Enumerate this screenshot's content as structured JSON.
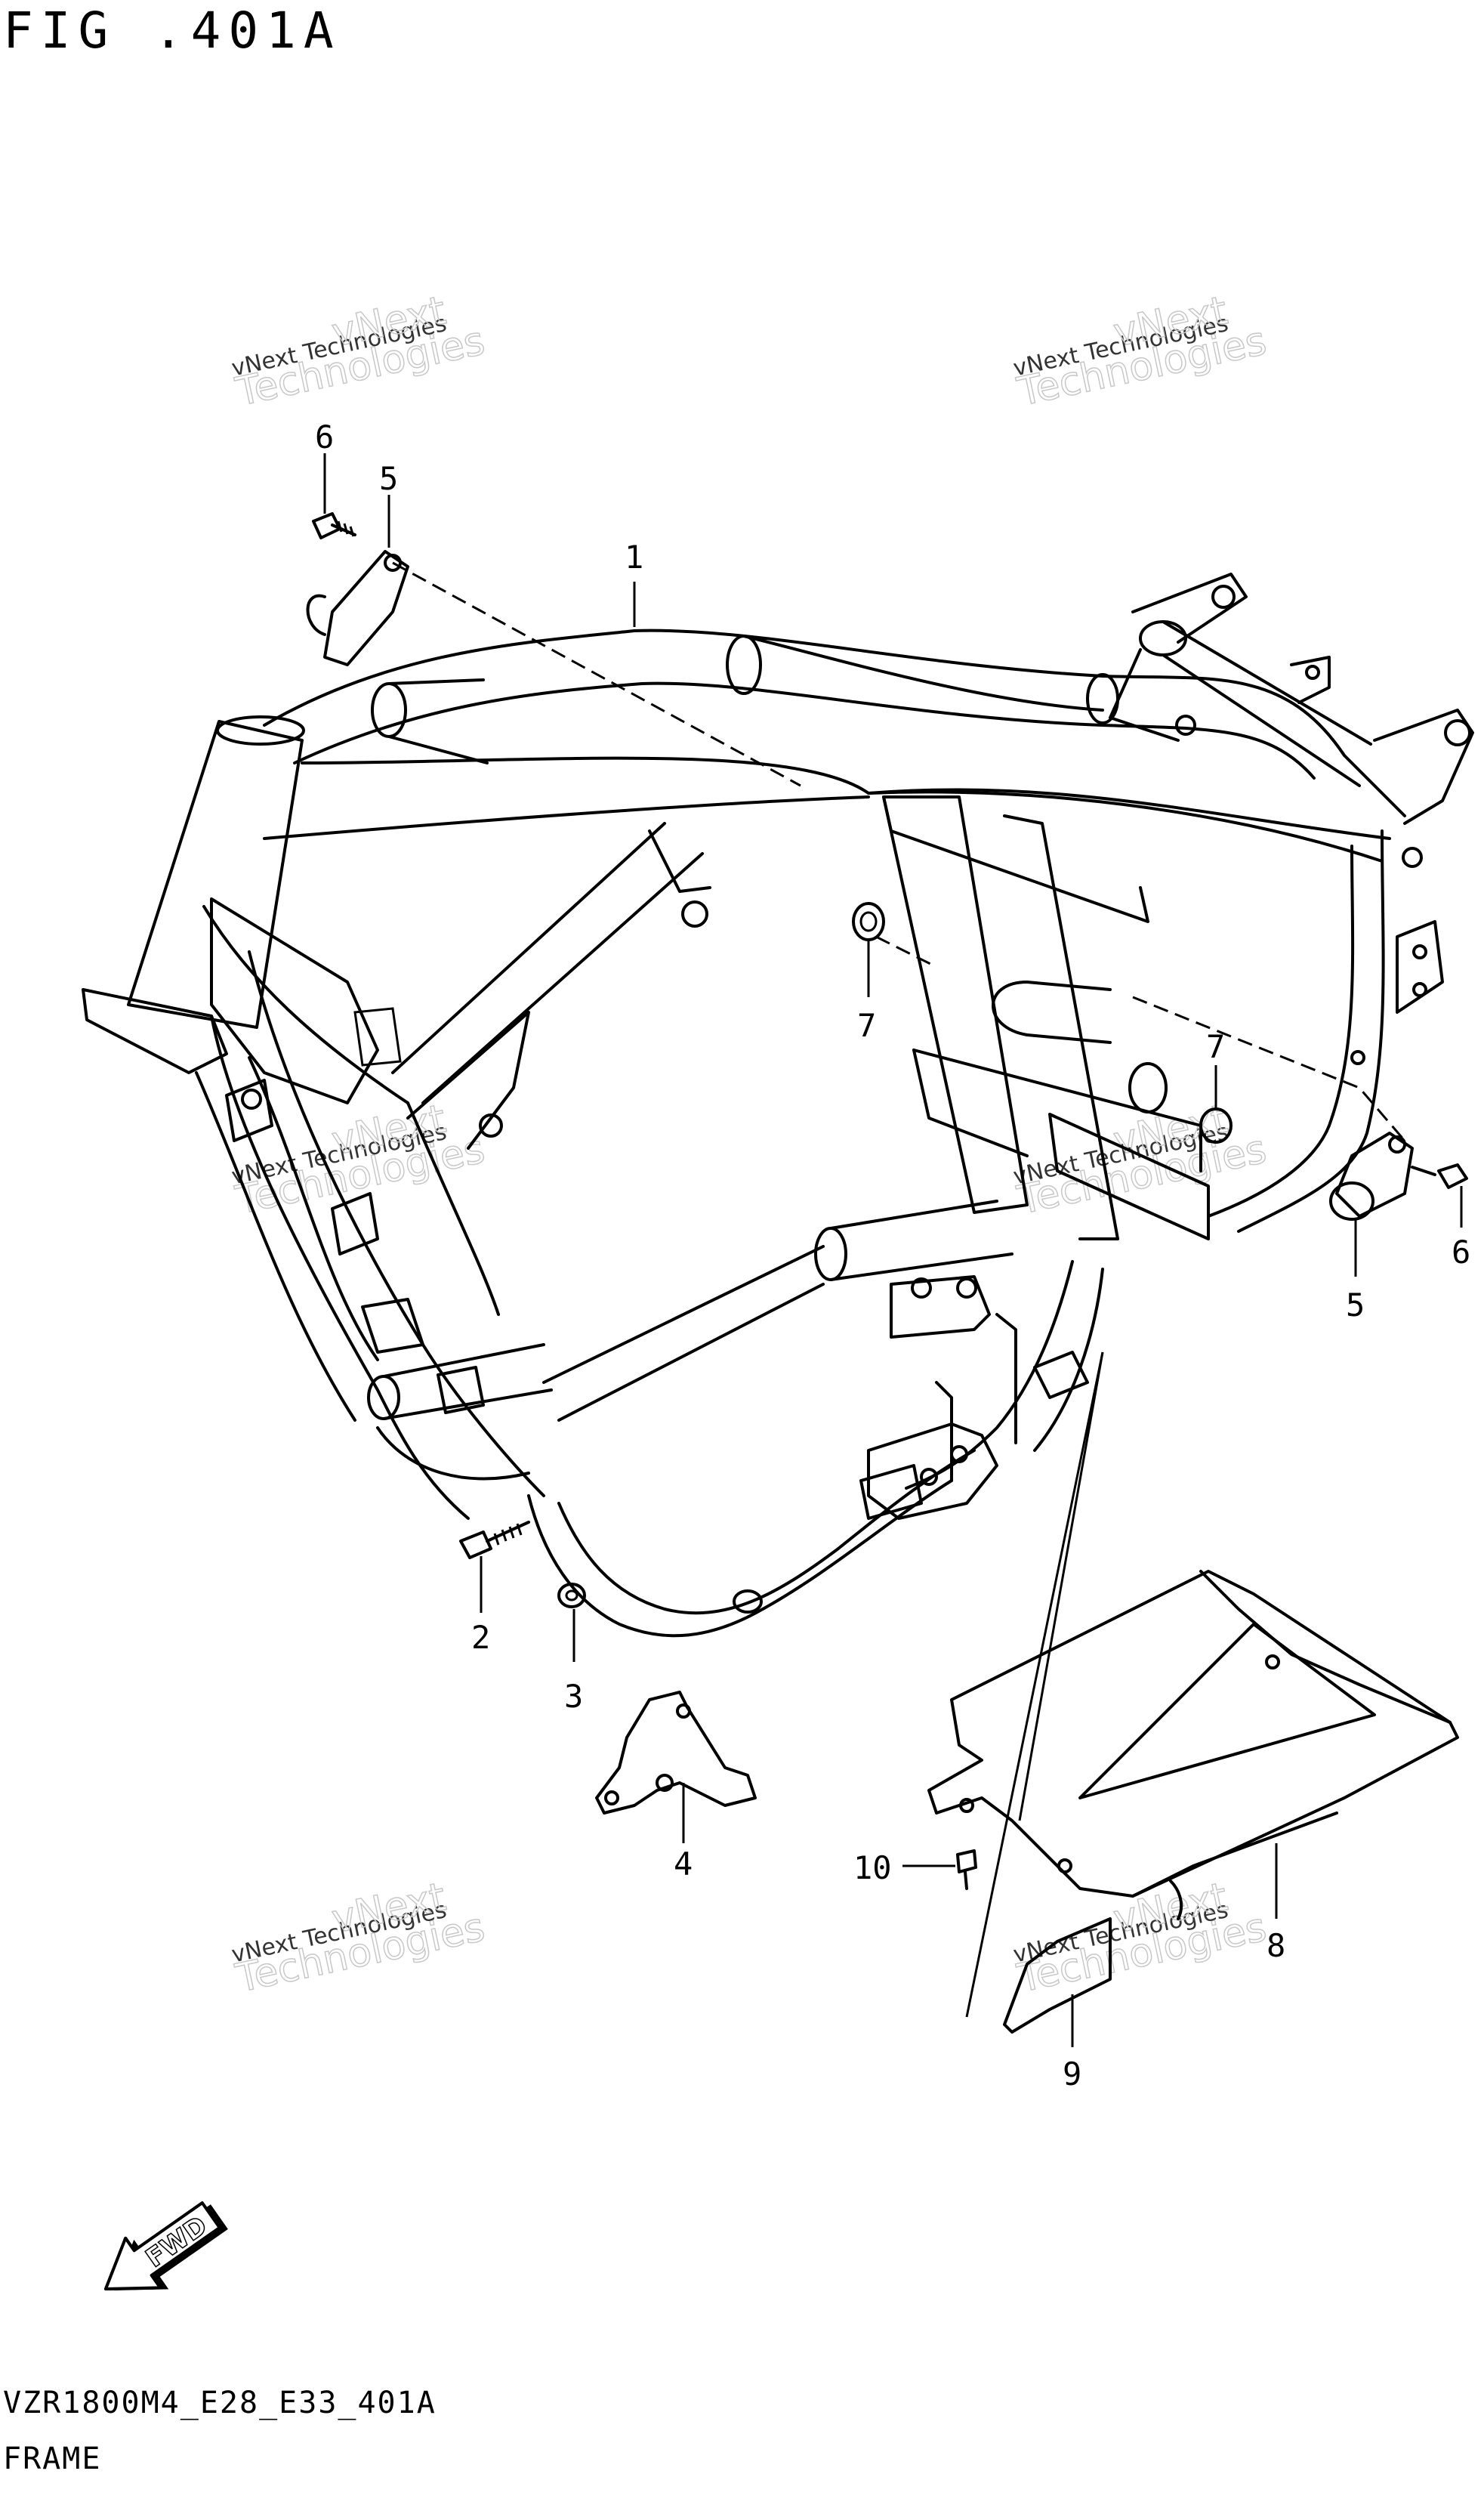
{
  "figure": {
    "title": "FIG .401A",
    "model_code": "VZR1800M4_E28_E33_401A",
    "section_name": "FRAME"
  },
  "callouts": [
    "1",
    "2",
    "3",
    "4",
    "5",
    "5",
    "6",
    "6",
    "7",
    "7",
    "8",
    "9",
    "10"
  ],
  "fwd_label": "FWD",
  "watermark": {
    "line1": "vNext Technologies",
    "line2": "Technologies",
    "line3": "vNext"
  }
}
